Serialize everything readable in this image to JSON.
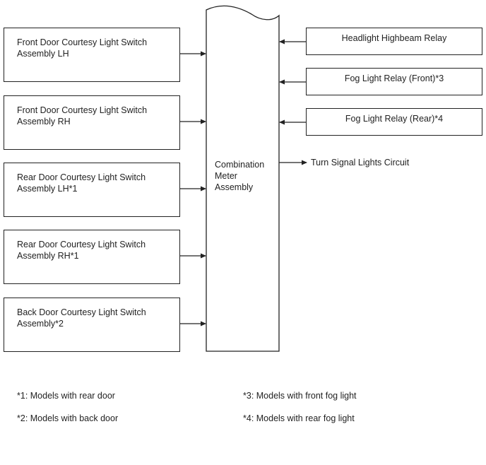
{
  "left_components": [
    {
      "label": "Front Door Courtesy Light Switch\nAssembly LH"
    },
    {
      "label": "Front Door Courtesy Light Switch\nAssembly RH"
    },
    {
      "label": "Rear Door Courtesy Light Switch\nAssembly LH*1"
    },
    {
      "label": "Rear Door Courtesy Light Switch\nAssembly RH*1"
    },
    {
      "label": "Back Door Courtesy Light Switch\nAssembly*2"
    }
  ],
  "right_components": [
    {
      "label": "Headlight Highbeam Relay"
    },
    {
      "label": "Fog Light Relay (Front)*3"
    },
    {
      "label": "Fog Light Relay (Rear)*4"
    }
  ],
  "center_component": {
    "label": "Combination\nMeter\nAssembly"
  },
  "output_circuit": {
    "label": "Turn Signal Lights Circuit"
  },
  "notes": [
    {
      "text": "*1: Models with rear door"
    },
    {
      "text": "*2: Models with back door"
    },
    {
      "text": "*3: Models with front fog light"
    },
    {
      "text": "*4: Models with rear fog light"
    }
  ]
}
